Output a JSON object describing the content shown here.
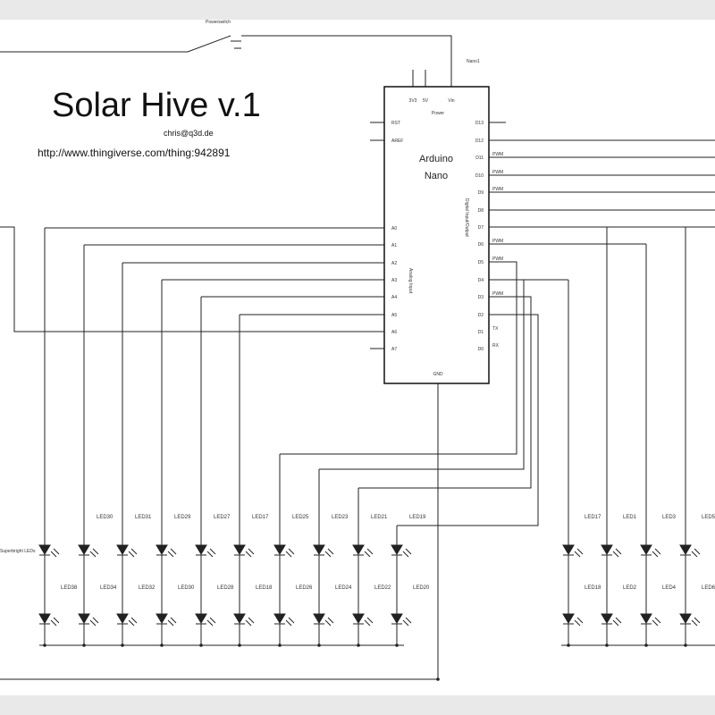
{
  "title": "Solar Hive v.1",
  "author_email": "chris@q3d.de",
  "url": "http://www.thingiverse.com/thing:942891",
  "power_switch_label": "Powerswitch",
  "arduino": {
    "part_id": "Nano1",
    "name_line1": "Arduino",
    "name_line2": "Nano",
    "power_label": "Power",
    "power_pins": [
      "3V3",
      "5V",
      "Vin"
    ],
    "ctrl_pins": [
      "RST",
      "AREF"
    ],
    "analog_group_label": "Analog Input",
    "analog_pins": [
      "A0",
      "A1",
      "A2",
      "A3",
      "A4",
      "A5",
      "A6",
      "A7"
    ],
    "digital_group_label": "Digital Input/Output",
    "digital_pins": [
      "D13",
      "D12",
      "D11",
      "D10",
      "D9",
      "D8",
      "D7",
      "D6",
      "D5",
      "D4",
      "D3",
      "D2",
      "D1",
      "D0"
    ],
    "pwm_label": "PWM",
    "tx_label": "TX",
    "rx_label": "RX",
    "gnd_label": "GND"
  },
  "led_group_label": "Superbright LEDs",
  "left_leds_top": [
    "LED30",
    "LED31",
    "LED29",
    "LED27",
    "LED17",
    "LED25",
    "LED23",
    "LED21",
    "LED19"
  ],
  "left_leds_bottom": [
    "LED38",
    "LED34",
    "LED32",
    "LED30",
    "LED28",
    "LED18",
    "LED26",
    "LED24",
    "LED22",
    "LED20"
  ],
  "right_leds_top": [
    "LED17",
    "LED1",
    "LED3",
    "LED5"
  ],
  "right_leds_bottom": [
    "LED18",
    "LED2",
    "LED4",
    "LED6"
  ]
}
